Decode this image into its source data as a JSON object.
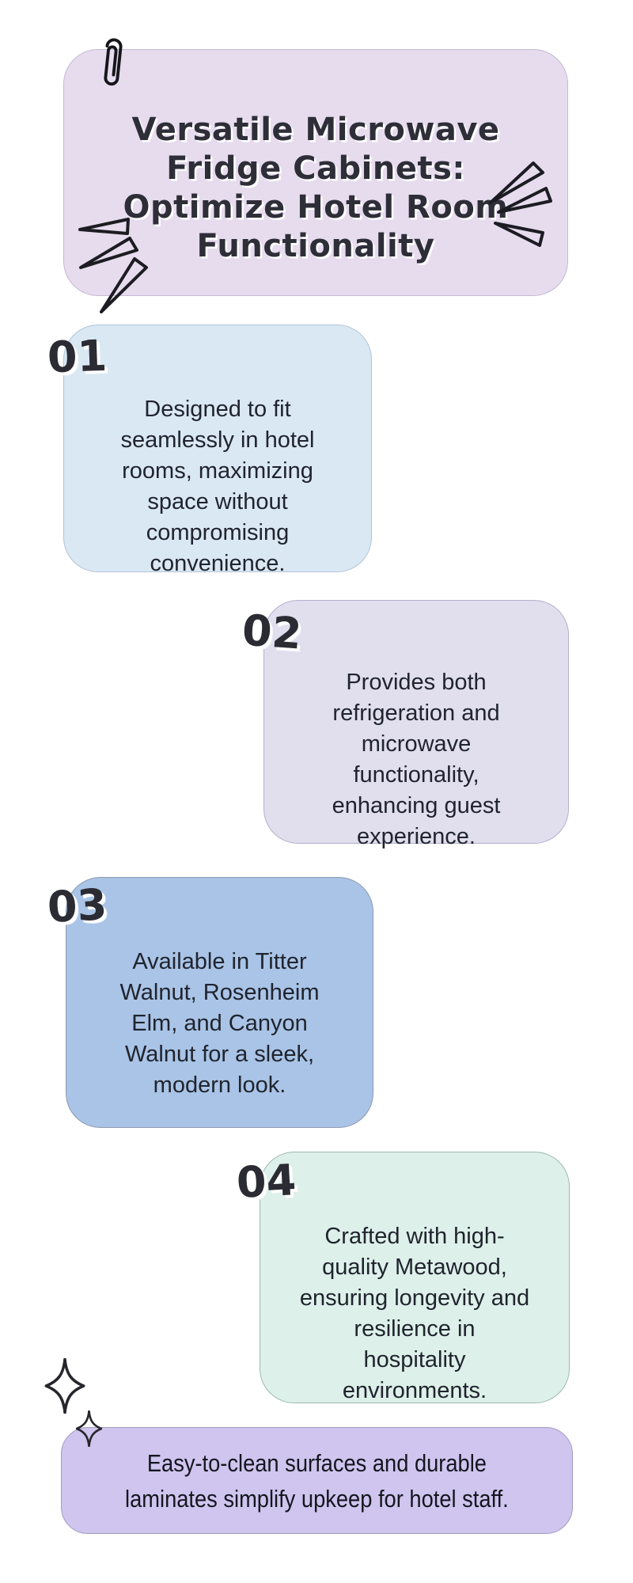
{
  "background": "#ffffff",
  "text_color": "#20242e",
  "title_card": {
    "text": "Versatile Microwave\nFridge Cabinets:\nOptimize Hotel Room\nFunctionality",
    "bg": "#e6dcee",
    "heading_color": "#2e2e38"
  },
  "cards": [
    {
      "number": "01",
      "text": "Designed to fit\nseamlessly in hotel\nrooms, maximizing\nspace without\ncompromising\nconvenience.",
      "bg": "#dae8f3"
    },
    {
      "number": "02",
      "text": "Provides both\nrefrigeration and\nmicrowave\nfunctionality,\nenhancing guest\nexperience.",
      "bg": "#e1deee"
    },
    {
      "number": "03",
      "text": "Available in Titter\nWalnut, Rosenheim\nElm, and Canyon\nWalnut for a sleek,\nmodern look.",
      "bg": "#a9c4e6"
    },
    {
      "number": "04",
      "text": "Crafted with high-\nquality Metawood,\nensuring longevity and\nresilience in\nhospitality\nenvironments.",
      "bg": "#ddf0e9"
    }
  ],
  "footer_card": {
    "text": "Easy-to-clean surfaces and durable\nlaminates simplify upkeep for hotel staff.",
    "bg": "#cfc5ee"
  },
  "icons": {
    "paperclip": "paperclip-icon",
    "rays_left": "emphasis-rays-left-icon",
    "rays_right": "emphasis-rays-right-icon",
    "sparkle_large": "sparkle-icon",
    "sparkle_small": "sparkle-icon",
    "stroke_color": "#1c1c22"
  }
}
